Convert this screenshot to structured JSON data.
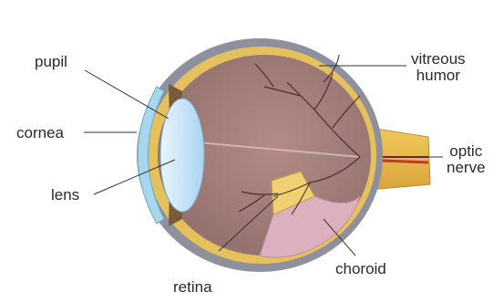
{
  "labels": {
    "pupil": "pupil",
    "cornea": "cornea",
    "lens": "lens",
    "retina": "retina",
    "choroid": "choroid",
    "vitreous_line1": "vitreous",
    "vitreous_line2": "humor",
    "optic_line1": "optic",
    "optic_line2": "nerve"
  },
  "colors": {
    "sclera_outer": "#8a8c9a",
    "sclera_inner": "#e6c65f",
    "vitreous": "#a57f7c",
    "retina_fold": "#f0d070",
    "choroid": "#d8a9b8",
    "lens": "#cfe6f7",
    "cornea": "#9fd0e8",
    "nerve": "#e8b948",
    "vessel": "#3b2320",
    "leader": "#333333"
  }
}
